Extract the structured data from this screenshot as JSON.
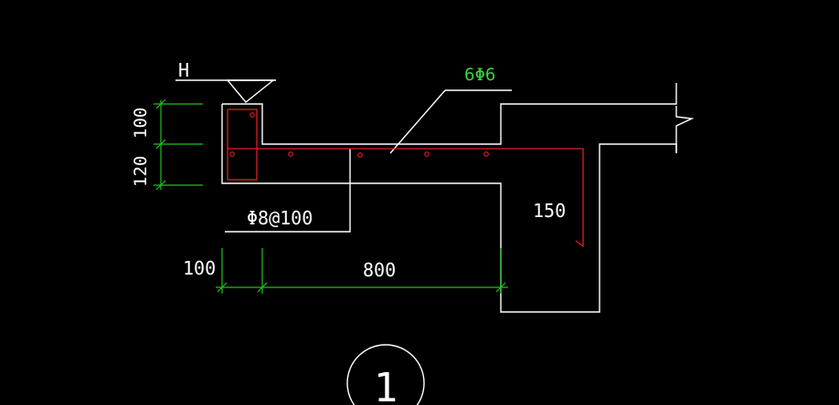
{
  "labels": {
    "level_mark": "H",
    "rebar_callout": "6Φ6",
    "stirrup_spec": "Φ8@100",
    "dim_100_vertical": "100",
    "dim_120_vertical": "120",
    "dim_100_horizontal": "100",
    "dim_800_horizontal": "800",
    "dim_150": "150",
    "detail_number": "1"
  },
  "colors": {
    "background": "#000000",
    "outline": "#ffffff",
    "dimension": "#20c020",
    "rebar": "#e02020",
    "callout_text": "#3cd23c"
  }
}
